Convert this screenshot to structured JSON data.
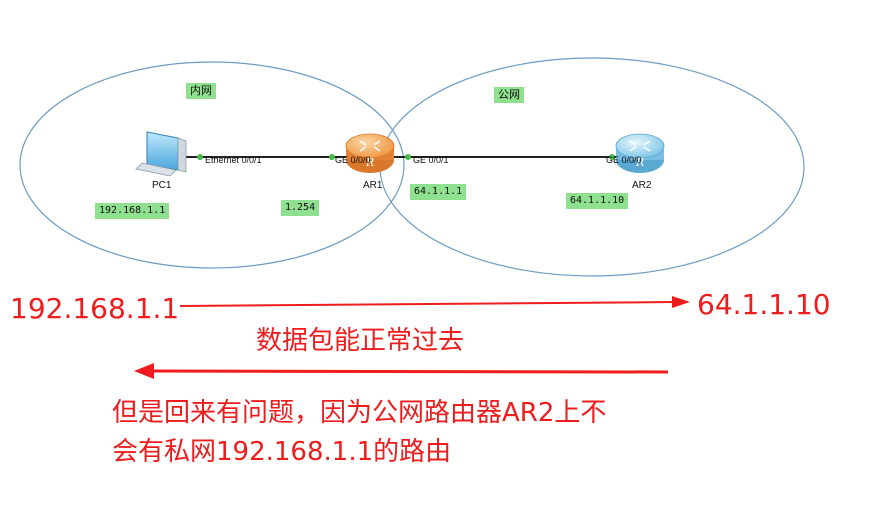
{
  "topology": {
    "zones": [
      {
        "label": "内网"
      },
      {
        "label": "公网"
      }
    ],
    "devices": {
      "pc1": {
        "name": "PC1",
        "icon": "pc-icon"
      },
      "ar1": {
        "name": "AR1",
        "icon": "router-icon"
      },
      "ar2": {
        "name": "AR2",
        "icon": "router-icon"
      }
    },
    "ports": {
      "pc1_eth": "Ethernet 0/0/1",
      "ar1_ge0": "GE 0/0/0",
      "ar1_ge1": "GE 0/0/1",
      "ar2_ge0": "GE 0/0/0"
    },
    "addresses": {
      "pc1": "192.168.1.1",
      "ar1_inside": "1.254",
      "ar1_outside": "64.1.1.1",
      "ar2": "64.1.1.10"
    },
    "colors": {
      "zone_stroke": "#6e9bc3",
      "link": "#222222",
      "port_dot": "#44bb44",
      "tag_bg": "#8fe08f",
      "router_ar1": "#f5a04a",
      "router_ar2": "#8ccbe8"
    }
  },
  "annotations": {
    "source": "192.168.1.1",
    "destination": "64.1.1.10",
    "forward_note": "数据包能正常过去",
    "return_note_line1": "但是回来有问题，因为公网路由器AR2上不",
    "return_note_line2": "会有私网192.168.1.1的路由",
    "arrow_color": "#ee1c1c"
  }
}
